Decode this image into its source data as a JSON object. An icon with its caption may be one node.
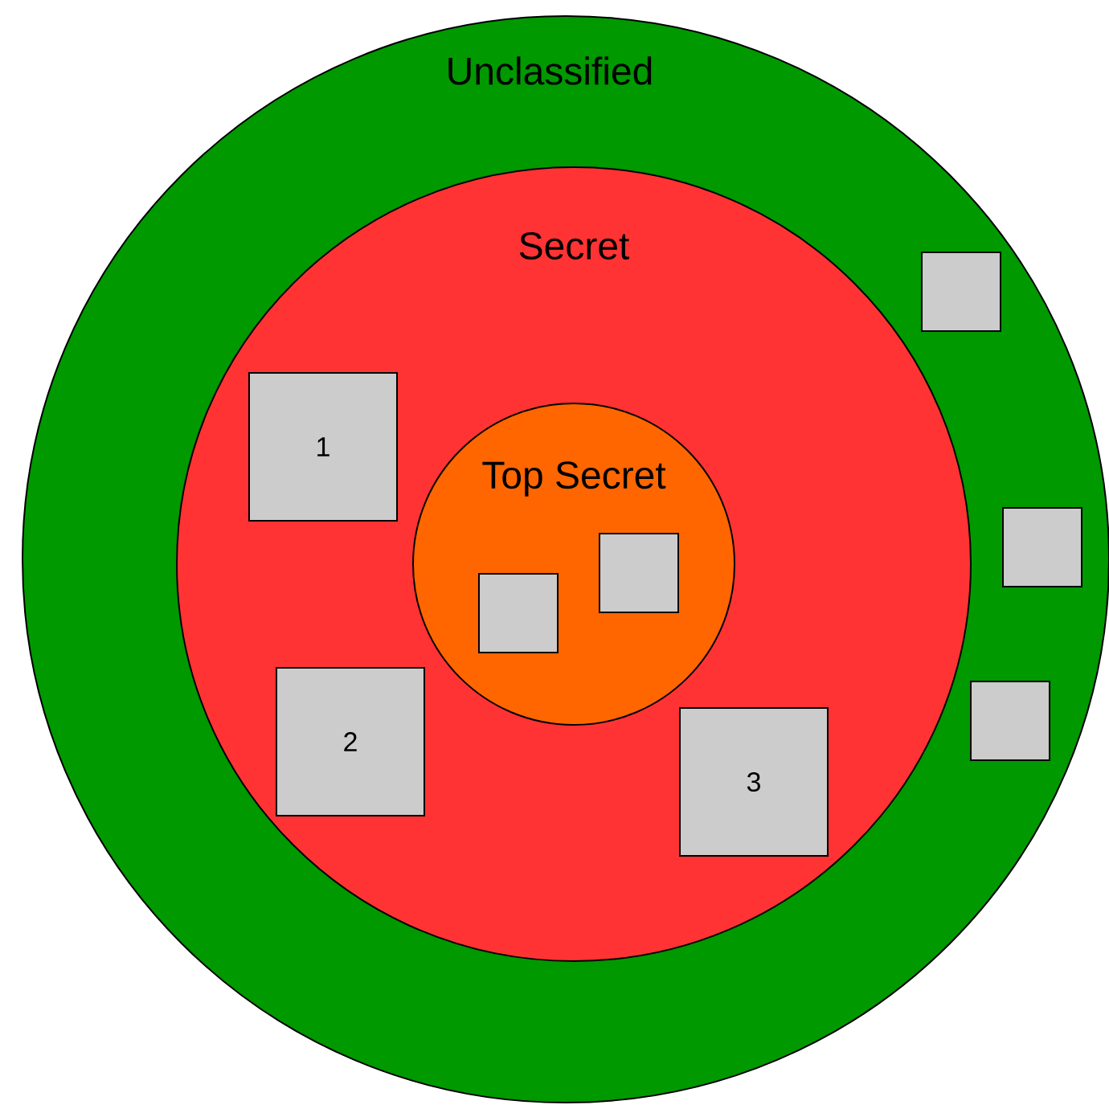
{
  "diagram": {
    "nodes": [
      {
        "text": [
          "Unclassified"
        ]
      },
      {
        "text": [
          "Secret"
        ],
        "in": 0
      },
      {
        "text": [
          "1"
        ],
        "in": 1
      },
      {
        "text": [
          "Top Secret"
        ],
        "in": 1
      },
      {
        "text": [],
        "shape": "box",
        "in": 3
      },
      {
        "text": [],
        "shape": "box",
        "in": 3
      },
      {
        "text": [
          "2"
        ],
        "in": 1
      },
      {
        "text": [
          "3"
        ],
        "in": 1
      },
      {
        "text": [],
        "shape": "box",
        "in": 0
      },
      {
        "text": [],
        "shape": "box",
        "in": 0
      },
      {
        "text": [],
        "shape": "box",
        "in": 0
      }
    ]
  }
}
